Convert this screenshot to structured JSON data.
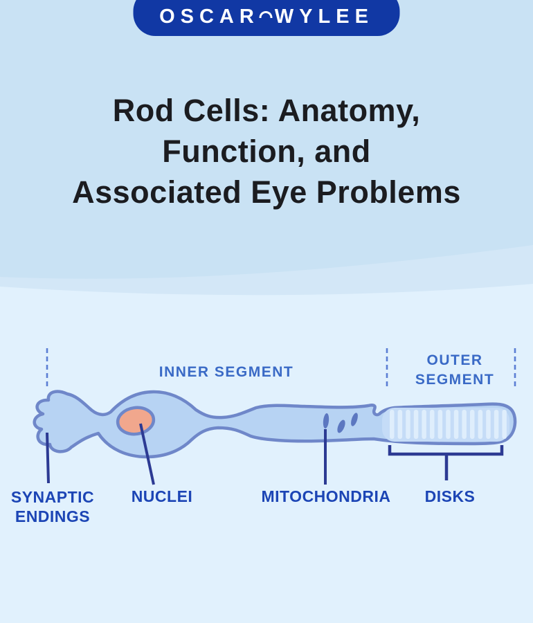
{
  "brand": {
    "logo_left": "OSCAR",
    "logo_right": "WYLEE",
    "arc_icon": "arc-icon"
  },
  "header": {
    "title_lines": [
      "Rod Cells: Anatomy,",
      "Function, and",
      "Associated Eye Problems"
    ]
  },
  "diagram": {
    "segment_labels": {
      "inner": "INNER SEGMENT",
      "outer_line1": "OUTER",
      "outer_line2": "SEGMENT"
    },
    "part_labels": {
      "synaptic_line1": "SYNAPTIC",
      "synaptic_line2": "ENDINGS",
      "nuclei": "NUCLEI",
      "mitochondria": "MITOCHONDRIA",
      "disks": "DISKS"
    }
  },
  "theme": {
    "badge_blue": "#1138a4",
    "top_bg": "#c9e2f4",
    "mid_bg": "#d3e7f7",
    "page_bg": "#e1f1fd",
    "title_color": "#1b1c20",
    "segment_label_color": "#3a6ac6",
    "part_label_color": "#1c45b5",
    "pointer_color": "#2c3a93",
    "dash_color": "#5b7ed4",
    "cell_fill": "#b7d3f3",
    "cell_stroke": "#6f87c9",
    "outer_fill": "#c5dcf7",
    "stripe_color": "#dfeefc",
    "nucleus_fill": "#f1a78d",
    "mito_fill": "#5c77c0"
  }
}
